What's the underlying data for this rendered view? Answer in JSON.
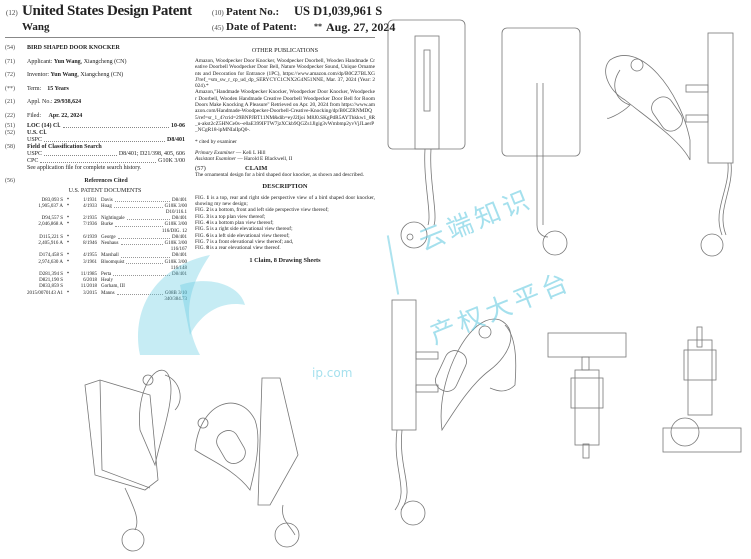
{
  "header": {
    "code12": "(12)",
    "title": "United States Design Patent",
    "inventor": "Wang",
    "code10": "(10)",
    "patent_no_label": "Patent No.:",
    "patent_no": "US D1,039,961 S",
    "code45": "(45)",
    "date_label": "Date of Patent:",
    "date_mark": "**",
    "date": "Aug. 27, 2024"
  },
  "fields": [
    {
      "code": "(54)",
      "label": "",
      "value": "BIRD SHAPED DOOR KNOCKER"
    },
    {
      "code": "(71)",
      "label": "Applicant:",
      "value": "Yun Wang",
      "extra": ", Xiangcheng (CN)"
    },
    {
      "code": "(72)",
      "label": "Inventor:",
      "value": "Yun Wang",
      "extra": ", Xiangcheng (CN)"
    },
    {
      "code": "(**)",
      "label": "Term:",
      "value": "15 Years"
    },
    {
      "code": "(21)",
      "label": "Appl. No.:",
      "value": "29/938,624"
    },
    {
      "code": "(22)",
      "label": "Filed:",
      "value": "Apr. 22, 2024"
    }
  ],
  "classes": {
    "loc_code": "(51)",
    "loc_label": "LOC (14) Cl.",
    "loc_value": "10-06",
    "us_code": "(52)",
    "us_label": "U.S. Cl.",
    "uspc_label": "USPC",
    "uspc_value": "D8/401",
    "search_code": "(58)",
    "search_label": "Field of Classification Search",
    "search_uspc_label": "USPC",
    "search_uspc_value": "D8/401; D21/398, 405, 606",
    "cpc_label": "CPC",
    "cpc_value": "G10K 3/00",
    "see_note": "See application file for complete search history."
  },
  "references": {
    "code": "(56)",
    "title": "References Cited",
    "subtitle": "U.S. PATENT DOCUMENTS",
    "rows": [
      {
        "num": "D83,093 S",
        "star": "*",
        "date": "1/1931",
        "name": "Davis",
        "cls": "D8/401",
        "cls2": ""
      },
      {
        "num": "1,905,037 A",
        "star": "*",
        "date": "4/1933",
        "name": "Hoag",
        "cls": "G10K 3/00",
        "cls2": "D10/116.1"
      },
      {
        "num": "D94,557 S",
        "star": "*",
        "date": "2/1935",
        "name": "Nightingale",
        "cls": "D8/401",
        "cls2": ""
      },
      {
        "num": "2,046,868 A",
        "star": "*",
        "date": "7/1936",
        "name": "Burke",
        "cls": "G10K 3/00",
        "cls2": "116/DIG. 12"
      },
      {
        "num": "D115,221 S",
        "star": "*",
        "date": "6/1939",
        "name": "George",
        "cls": "D8/401",
        "cls2": ""
      },
      {
        "num": "2,405,916 A",
        "star": "*",
        "date": "8/1946",
        "name": "Neuhaus",
        "cls": "G10K 3/00",
        "cls2": "116/167"
      },
      {
        "num": "D174,458 S",
        "star": "*",
        "date": "4/1955",
        "name": "Marshall",
        "cls": "D8/401",
        "cls2": ""
      },
      {
        "num": "2,974,630 A",
        "star": "*",
        "date": "3/1961",
        "name": "Bloomquist",
        "cls": "G10K 3/00",
        "cls2": "116/148"
      },
      {
        "num": "D281,394 S",
        "star": "*",
        "date": "11/1985",
        "name": "Perta",
        "cls": "D8/401",
        "cls2": ""
      },
      {
        "num": "D821,190 S",
        "star": "",
        "date": "6/2018",
        "name": "Healy",
        "cls": "",
        "cls2": ""
      },
      {
        "num": "D833,859 S",
        "star": "",
        "date": "11/2018",
        "name": "Gorham, III",
        "cls": "",
        "cls2": ""
      },
      {
        "num": "2015/0070143 A1",
        "star": "*",
        "date": "3/2015",
        "name": "Manns",
        "cls": "G08B 3/10",
        "cls2": "340/384.73"
      }
    ]
  },
  "other_publications": {
    "title": "OTHER PUBLICATIONS",
    "p1": "Amazon, Woodpecker Door Knocker, Woodpecker Doorbell, Wooden Handmade Creative Doorbell Woodpecker Door Bell, Nature Woodpecker Sound, Unique Ornaments and Decoration for Entrance (1PC), https://www.amazon.com/dp/B0CZ7BLXGJ?ref_=sm_sw_r_cp_ud_dp_SERYCYC1CNX2G4N51NNE, Mar. 37, 2024 (Year: 2024).*",
    "p2": "Amazon,\"Handmade Woodpecker Knocker, Woodpecker Door Knocker, Woodpecker Doorbell, Wooden Handmade Creative Doorbell Woodpecker Door Bell for Room Doors Make Knocking A Pleasure\" Retrieved on Apr. 20, 2024 from https://www.amazon.com/Handmade-Woodpecker-Doorbell-Creative-Knocking/dp/B0CZRNMDQ5/ref=sr_1_4?crid=29BNPJBT11NM&dib=eyJ2Ijoi M8J0.SKgPdR5AYThkkw1_8R_u-akst2cZ5HNCe0s--e0aE399IFTW7jzXCkb9QGZs1Jlgig3vWmbmp2yvVjJLaerP_NCgR18-ipMNIalIpQ0-.",
    "cited": "* cited by examiner",
    "primary_label": "Primary Examiner",
    "primary": "— Keli L Hill",
    "assistant_label": "Assistant Examiner",
    "assistant": "— Harold E Blackwell, II"
  },
  "claim": {
    "code": "(57)",
    "title": "CLAIM",
    "text": "The ornamental design for a bird shaped door knocker, as shown and described."
  },
  "description": {
    "title": "DESCRIPTION",
    "items": [
      {
        "pre": "FIG. ",
        "num": "1",
        "text": " is a top, rear and right side perspective view of a bird shaped door knocker, showing my new design;"
      },
      {
        "pre": "FIG. ",
        "num": "2",
        "text": " is a bottom, front and left side perspective view thereof;"
      },
      {
        "pre": "FIG. ",
        "num": "3",
        "text": " is a top plan view thereof;"
      },
      {
        "pre": "FIG. ",
        "num": "4",
        "text": " is a bottom plan view thereof;"
      },
      {
        "pre": "FIG. ",
        "num": "5",
        "text": " is a right side elevational view thereof;"
      },
      {
        "pre": "FIG. ",
        "num": "6",
        "text": " is a left side elevational view thereof;"
      },
      {
        "pre": "FIG. ",
        "num": "7",
        "text": " is a front elevational view thereof; and,"
      },
      {
        "pre": "FIG. ",
        "num": "8",
        "text": " is a rear elevational view thereof."
      }
    ],
    "footer": "1 Claim, 8 Drawing Sheets"
  },
  "watermark": {
    "line1": "云端知识",
    "line2": "产权大平台",
    "site": "ip.com",
    "color": "#5cc8e0"
  }
}
